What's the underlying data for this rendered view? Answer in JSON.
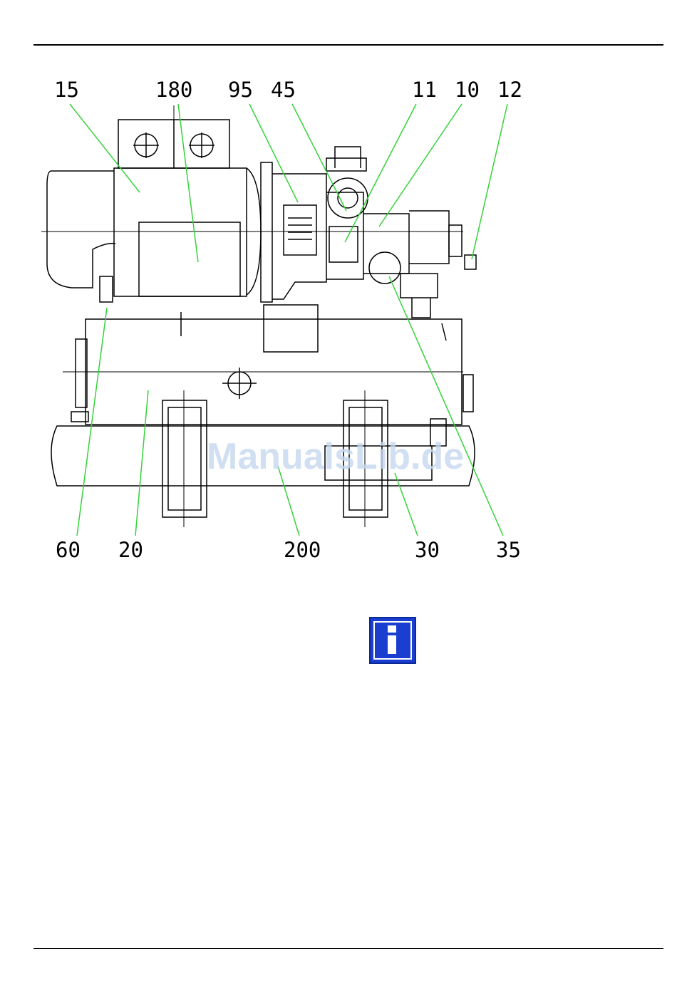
{
  "diagram": {
    "callouts": [
      {
        "id": "c15",
        "text": "15"
      },
      {
        "id": "c180",
        "text": "180"
      },
      {
        "id": "c95",
        "text": "95"
      },
      {
        "id": "c45",
        "text": "45"
      },
      {
        "id": "c11",
        "text": "11"
      },
      {
        "id": "c10",
        "text": "10"
      },
      {
        "id": "c12",
        "text": "12"
      },
      {
        "id": "c60",
        "text": "60"
      },
      {
        "id": "c20",
        "text": "20"
      },
      {
        "id": "c200",
        "text": "200"
      },
      {
        "id": "c30",
        "text": "30"
      },
      {
        "id": "c35",
        "text": "35"
      }
    ],
    "leader_color": "#35d23a",
    "watermark": "ManualsLib.de"
  },
  "info_icon": {
    "name": "info-icon",
    "color": "#1a3fd0"
  }
}
